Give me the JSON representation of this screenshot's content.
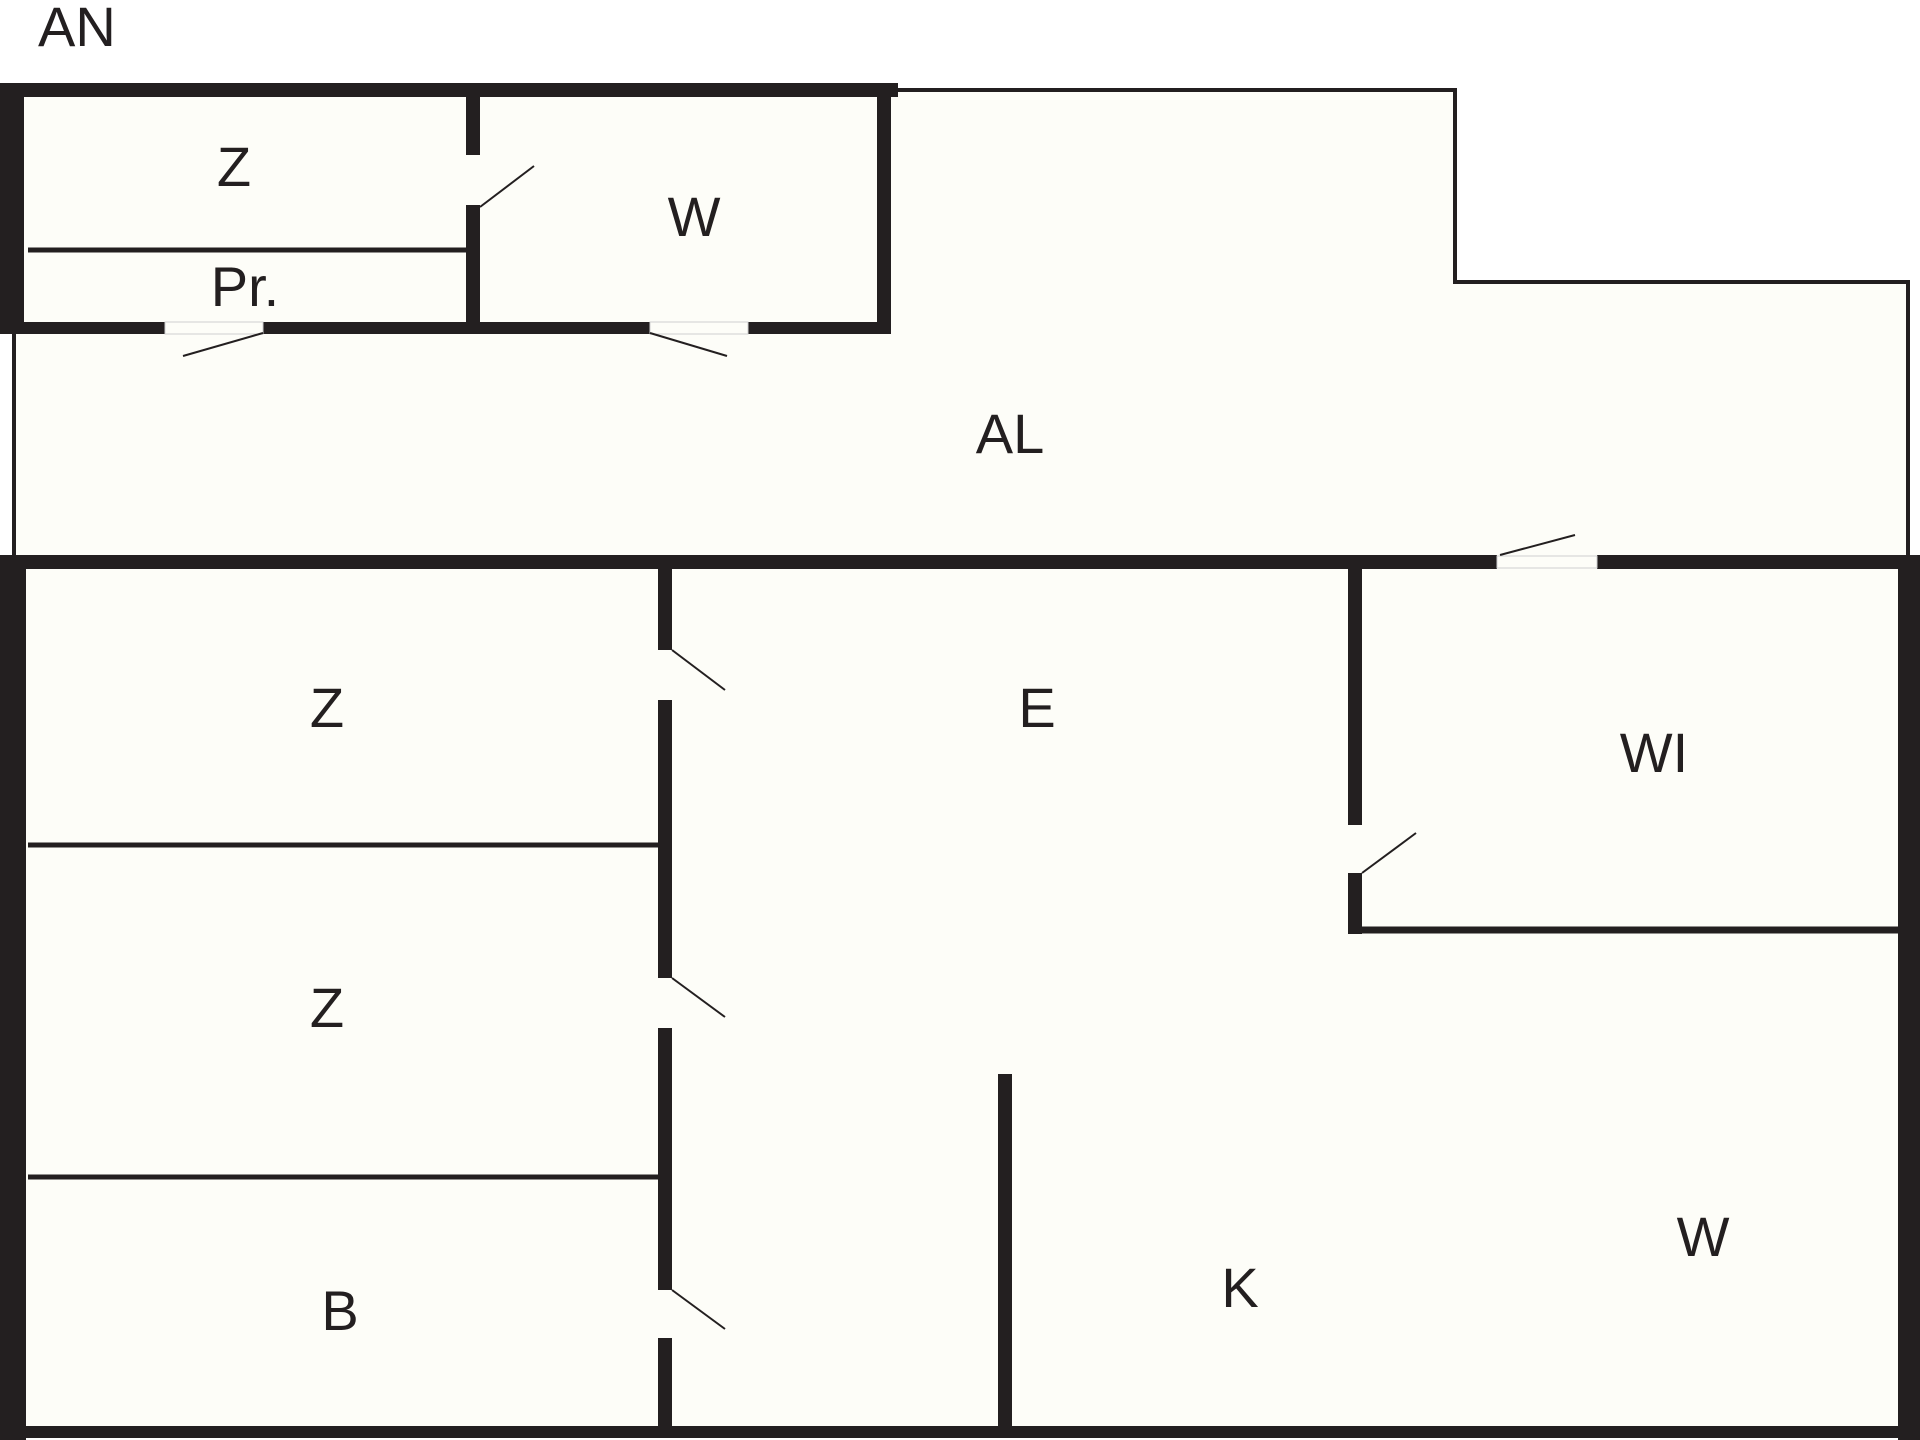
{
  "diagram": {
    "corner_label": "AN",
    "rooms": {
      "z_top": "Z",
      "w_top": "W",
      "pr": "Pr.",
      "al": "AL",
      "z_mid": "Z",
      "e": "E",
      "wi": "WI",
      "z_low": "Z",
      "b": "B",
      "k": "K",
      "w_low": "W"
    },
    "colors": {
      "wall": "#231f20",
      "floor": "#fdfdf8"
    }
  }
}
